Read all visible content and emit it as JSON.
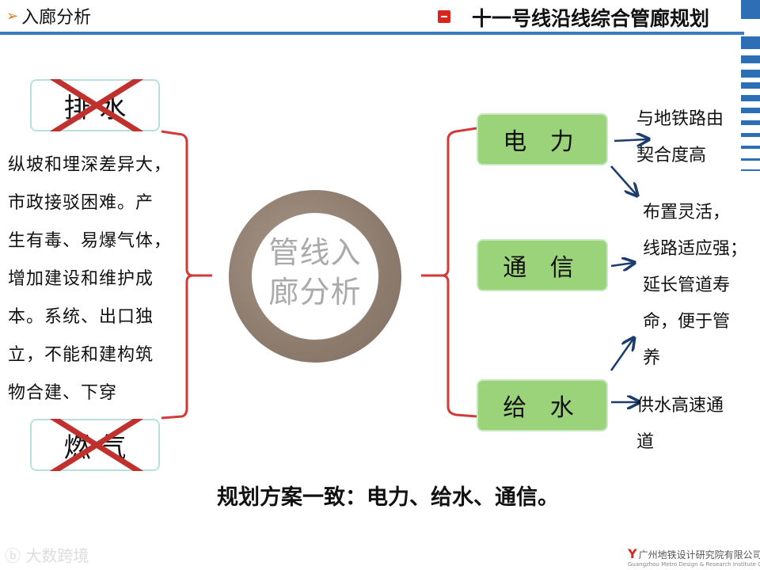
{
  "header": {
    "section": "入廊分析",
    "title": "十一号线沿线综合管廊规划",
    "accent_color": "#3a7cc0",
    "logo_color": "#d9261c"
  },
  "excluded": [
    {
      "label": "排 水"
    },
    {
      "label": "燃 气"
    }
  ],
  "left_text": [
    "纵坡和埋深差异大，",
    "市政接驳困难。产",
    "生有毒、易爆气体，",
    "增加建设和维护成",
    "本。系统、出口独",
    "立，不能和建构筑",
    "物合建、下穿"
  ],
  "center": {
    "line1": "管线入",
    "line2": "廊分析"
  },
  "included": [
    {
      "label": "电 力"
    },
    {
      "label": "通 信"
    },
    {
      "label": "给 水"
    }
  ],
  "notes": {
    "a": [
      "与地铁路由",
      "契合度高"
    ],
    "b": [
      "布置灵活，",
      "线路适应强；",
      "延长管道寿",
      "命，便于管",
      "养"
    ],
    "c": [
      "供水高速通",
      "道"
    ]
  },
  "conclusion": "规划方案一致：电力、给水、通信。",
  "watermark_left": "大数跨境",
  "watermark_right": {
    "name": "广州地铁设计研究院有限公司",
    "sub": "Guangzhou Metro Design & Research Institute Co., Ltd."
  },
  "colors": {
    "bracket": "#d23a3a",
    "green_box": "#9bd37a",
    "arrow": "#1c3c6e",
    "cross": "#c0302c"
  }
}
